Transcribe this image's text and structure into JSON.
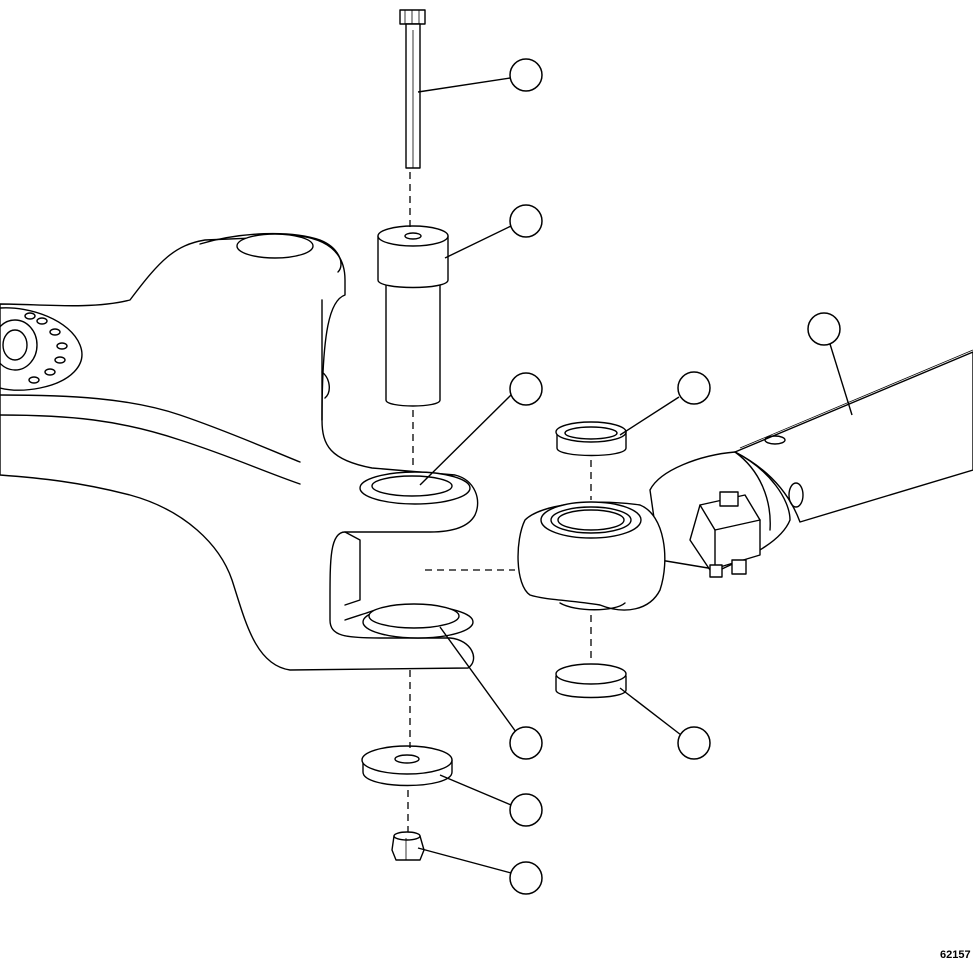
{
  "figure": {
    "id_label": "62157"
  },
  "callouts": [
    {
      "name": "callout-bolt"
    },
    {
      "name": "callout-sleeve"
    },
    {
      "name": "callout-upper-bearing-bore"
    },
    {
      "name": "callout-upper-seal"
    },
    {
      "name": "callout-cylinder"
    },
    {
      "name": "callout-lower-bearing-bore"
    },
    {
      "name": "callout-lower-seal"
    },
    {
      "name": "callout-washer"
    },
    {
      "name": "callout-nut"
    }
  ],
  "colors": {
    "line": "#000000",
    "background": "#ffffff"
  }
}
